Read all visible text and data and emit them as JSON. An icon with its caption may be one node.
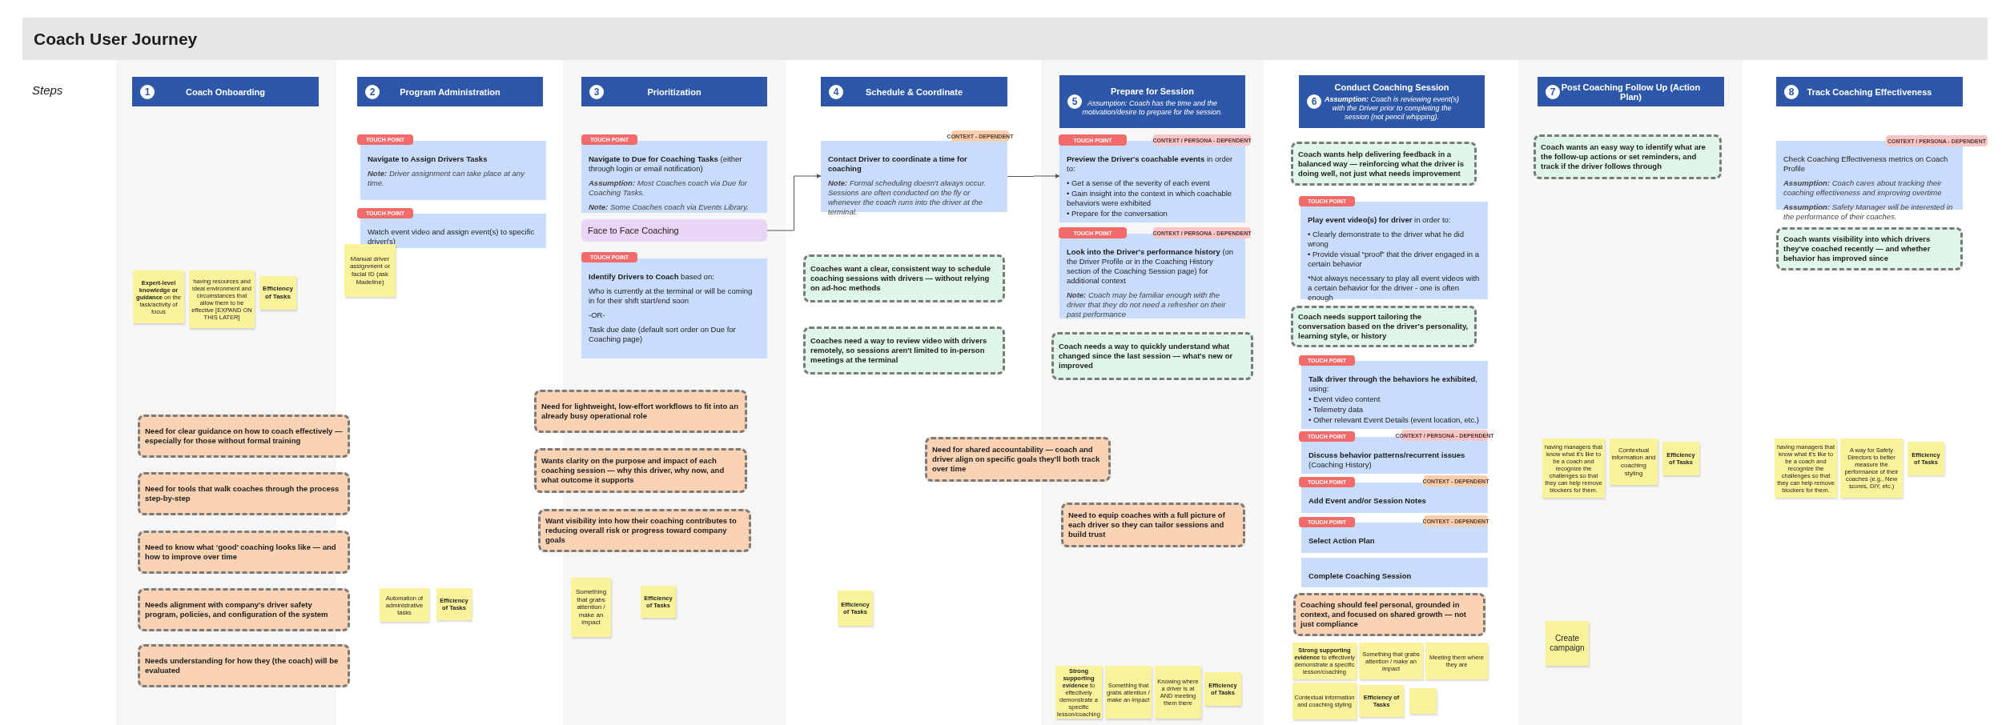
{
  "diagram": {
    "title": "Coach User Journey",
    "nodes": [
      {
        "text": [
          "1",
          "Coach Onboarding"
        ]
      },
      {
        "text": [
          "2",
          "Program Administration"
        ]
      },
      {
        "text": [
          "3",
          "Prioritization"
        ]
      },
      {
        "text": [
          "4",
          "Schedule & Coordinate"
        ]
      },
      {
        "text": [
          "5",
          "Prepare for Session",
          "Assumption: Coach has the time and the motivation/desire to prepare for the session."
        ]
      },
      {
        "text": [
          "6",
          "Conduct Coaching Session",
          "**Assumption:** Coach is reviewing event(s) with the Driver prior to completing the session (not pencil whipping)."
        ]
      },
      {
        "text": [
          "7",
          "Post Coaching Follow Up (Action Plan)"
        ]
      },
      {
        "text": [
          "8",
          "Track Coaching Effectiveness"
        ]
      },
      {
        "text": [
          "**Expert-level knowledge or guidance** on the task/activity of focus"
        ]
      },
      {
        "text": [
          "having resources and ideal environment and circumstances that allow them to be effective [EXPAND ON THIS LATER]"
        ]
      },
      {
        "text": [
          "Efficiency of Tasks"
        ]
      },
      {
        "text": [
          "Need for clear guidance on how to coach effectively — especially for those without formal training"
        ]
      },
      {
        "text": [
          "Need for tools that walk coaches through the process step-by-step"
        ]
      },
      {
        "text": [
          "Need to know what ‘good’ coaching looks like — and how to improve over time"
        ]
      },
      {
        "text": [
          "Needs alignment with company's driver safety program, policies, and configuration of the system"
        ]
      },
      {
        "text": [
          "Needs understanding for how they (the coach) will be evaluated"
        ]
      },
      {
        "text": [
          "TOUCH POINT"
        ]
      },
      {
        "text": [
          "Navigate to Assign Drivers Tasks",
          "**Note:** Driver assignment can take place at any time."
        ]
      },
      {
        "text": [
          "TOUCH POINT"
        ]
      },
      {
        "text": [
          "Watch event video and assign event(s) to specific driver(s)"
        ]
      },
      {
        "text": [
          "Manual driver assignment or facial ID (ask Madeline)"
        ]
      },
      {
        "text": [
          "Automation of administrative tasks"
        ]
      },
      {
        "text": [
          "Efficiency of Tasks"
        ]
      },
      {
        "text": [
          "TOUCH POINT"
        ]
      },
      {
        "text": [
          "**Navigate to Due for Coaching Tasks** (either through login or email notification)",
          "**Assumption:** Most Coaches coach via Due for Coaching Tasks.",
          "**Note:** Some Coaches coach via Events Library."
        ]
      },
      {
        "text": [
          "Face to Face Coaching"
        ]
      },
      {
        "text": [
          "TOUCH POINT"
        ]
      },
      {
        "text": [
          "**Identify Drivers to Coach** based on:",
          "Who is currently at the terminal or will be coming in for their shift start/end soon",
          "-OR-",
          "Task due date (default sort order on Due for Coaching page)"
        ]
      },
      {
        "text": [
          "Need for lightweight, low-effort workflows to fit into an already busy operational role"
        ]
      },
      {
        "text": [
          "Wants clarity on the purpose and impact of each coaching session — why this driver, why now, and what outcome it supports"
        ]
      },
      {
        "text": [
          "Want visibility into how their coaching contributes to reducing overall risk or progress toward company goals"
        ]
      },
      {
        "text": [
          "Something that grabs attention / make an impact"
        ]
      },
      {
        "text": [
          "Efficiency of Tasks"
        ]
      },
      {
        "text": [
          "CONTEXT - DEPENDENT"
        ]
      },
      {
        "text": [
          "Contact Driver to coordinate a time for coaching",
          "**Note:** Formal scheduling doesn't always occur. Sessions are often conducted on the fly or whenever the coach runs into the driver at the terminal."
        ]
      },
      {
        "text": [
          "Coaches want a clear, consistent way to schedule coaching sessions with drivers — without relying on ad-hoc methods"
        ]
      },
      {
        "text": [
          "Coaches need a way to review video with drivers remotely, so sessions aren't limited to in-person meetings at the terminal"
        ]
      },
      {
        "text": [
          "Need for shared accountability — coach and driver align on specific goals they'll both track over time"
        ]
      },
      {
        "text": [
          "Efficiency of Tasks"
        ]
      },
      {
        "text": [
          "TOUCH POINT"
        ]
      },
      {
        "text": [
          "CONTEXT / PERSONA - DEPENDENT"
        ]
      },
      {
        "text": [
          "**Preview the Driver's coachable events** in order to:",
          "• Get a sense of the severity of each event",
          "• Gain insight into the context in which coachable behaviors were exhibited",
          "• Prepare for the conversation"
        ]
      },
      {
        "text": [
          "TOUCH POINT"
        ]
      },
      {
        "text": [
          "CONTEXT / PERSONA - DEPENDENT"
        ]
      },
      {
        "text": [
          "**Look into the Driver's performance history** (on the Driver Profile or in the Coaching History section of the Coaching Session page) for additional context",
          "**Note:** Coach may be familiar enough with the driver that they do not need a refresher on their past performance"
        ]
      },
      {
        "text": [
          "Coach needs a way to quickly understand what changed since the last session — what's new or improved"
        ]
      },
      {
        "text": [
          "Need to equip coaches with a full picture of each driver so they can tailor sessions and build trust"
        ]
      },
      {
        "text": [
          "**Strong supporting evidence** to effectively demonstrate a specific lesson/coaching"
        ]
      },
      {
        "text": [
          "Something that grabs attention / make an impact"
        ]
      },
      {
        "text": [
          "Knowing where a driver is at AND meeting them there"
        ]
      },
      {
        "text": [
          "Efficiency of Tasks"
        ]
      },
      {
        "text": [
          "Coach wants help delivering feedback in a balanced way — reinforcing what the driver is doing well, not just what needs improvement"
        ]
      },
      {
        "text": [
          "TOUCH POINT"
        ]
      },
      {
        "text": [
          "**Play event video(s) for driver** in order to:",
          "• Clearly demonstrate to the driver what he did wrong",
          "• Provide visual “proof” that the driver engaged in a certain behavior",
          "*Not always necessary to play all event videos with a certain behavior for the driver - one is often enough"
        ]
      },
      {
        "text": [
          "Coach needs support tailoring the conversation based on the driver's personality, learning style, or history"
        ]
      },
      {
        "text": [
          "TOUCH POINT"
        ]
      },
      {
        "text": [
          "**Talk driver through the behaviors he exhibited**, using:",
          "• Event video content",
          "• Telemetry data",
          "• Other relevant Event Details (event location, etc.)"
        ]
      },
      {
        "text": [
          "TOUCH POINT"
        ]
      },
      {
        "text": [
          "CONTEXT / PERSONA - DEPENDENT"
        ]
      },
      {
        "text": [
          "**Discuss behavior patterns/recurrent issues** (Coaching History)"
        ]
      },
      {
        "text": [
          "TOUCH POINT"
        ]
      },
      {
        "text": [
          "CONTEXT - DEPENDENT"
        ]
      },
      {
        "text": [
          "Add Event and/or Session Notes"
        ]
      },
      {
        "text": [
          "TOUCH POINT"
        ]
      },
      {
        "text": [
          "CONTEXT - DEPENDENT"
        ]
      },
      {
        "text": [
          "Select Action Plan"
        ]
      },
      {
        "text": [
          "Complete Coaching Session"
        ]
      },
      {
        "text": [
          "Coaching should feel personal, grounded in context, and focused on shared growth — not just compliance"
        ]
      },
      {
        "text": [
          "**Strong supporting evidence** to effectively demonstrate a specific lesson/coaching"
        ]
      },
      {
        "text": [
          "Something that grabs attention / make an impact"
        ]
      },
      {
        "text": [
          "Meeting them where they are"
        ]
      },
      {
        "text": [
          "Contextual information and coaching styling"
        ]
      },
      {
        "text": [
          "Efficiency of Tasks"
        ]
      },
      {
        "text": [],
        "shape": "box"
      },
      {
        "text": [
          "Coach wants an easy way to identify what are the follow-up actions or set reminders, and track if the driver follows through"
        ]
      },
      {
        "text": [
          "having managers that know what it's like to be a coach and recognize the challenges so that they can help remove blockers for them."
        ]
      },
      {
        "text": [
          "Contextual information and coaching styling"
        ]
      },
      {
        "text": [
          "Efficiency of Tasks"
        ]
      },
      {
        "text": [
          "Create campaign"
        ]
      },
      {
        "text": [
          "Check Coaching Effectiveness metrics on Coach Profile",
          "**Assumption:** Coach cares about tracking their coaching effectiveness and improving overtime",
          "**Assumption:** Safety Manager will be interested in the performance of their coaches."
        ]
      },
      {
        "text": [
          "CONTEXT / PERSONA - DEPENDENT"
        ]
      },
      {
        "text": [
          "Coach wants visibility into which drivers they've coached recently — and whether behavior has improved since"
        ]
      },
      {
        "text": [
          "having managers that know what it's like to be a coach and recognize the challenges so that they can help remove blockers for them."
        ]
      },
      {
        "text": [
          "A way for Safety Directors to better measure the performance of their coaches (e.g., New scores, DIY, etc.)"
        ]
      },
      {
        "text": [
          "Efficiency of Tasks"
        ]
      }
    ],
    "edges": [
      {
        "from": 25,
        "to": 34,
        "arrow": "to"
      },
      {
        "from": 34,
        "to": 41,
        "arrow": "to"
      }
    ],
    "labels": [
      "Steps"
    ]
  }
}
